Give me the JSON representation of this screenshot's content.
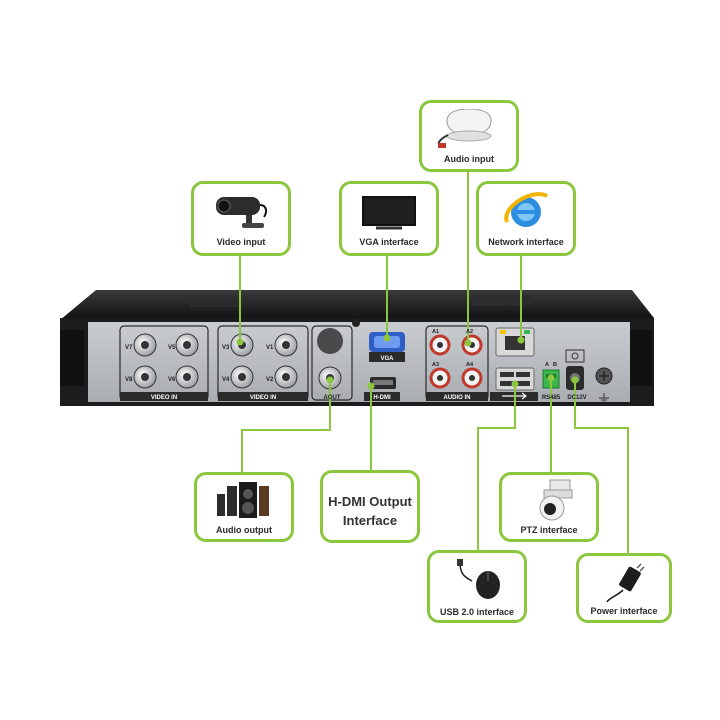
{
  "callouts": {
    "audio_input": "Audio input",
    "video_input": "Video input",
    "vga_interface": "VGA interface",
    "network_interface": "Network interface",
    "audio_output": "Audio output",
    "hdmi_output_line1": "H-DMI Output",
    "hdmi_output_line2": "Interface",
    "ptz_interface": "PTZ interface",
    "usb_interface": "USB 2.0 interface",
    "power_interface": "Power interface"
  },
  "panel_labels": {
    "video_in_left": "VIDEO  IN",
    "video_in_right": "VIDEO  IN",
    "vga": "VGA",
    "hdmi": "H-DMI",
    "aout": "AOUT",
    "audio_in": "AUDIO IN",
    "rs485": "RS485",
    "dc12v": "DC12V",
    "rs485_a": "A",
    "rs485_b": "B",
    "v1": "V1",
    "v2": "V2",
    "v3": "V3",
    "v4": "V4",
    "v5": "V5",
    "v6": "V6",
    "v7": "V7",
    "v8": "V8",
    "a1": "A1",
    "a2": "A2",
    "a3": "A3",
    "a4": "A4"
  },
  "colors": {
    "accent_green": "#8cc63f",
    "dvr_body": "#1c1c1e",
    "panel_gray": "#b8bbbf",
    "vga_blue": "#3a6fd8",
    "audio_red": "#c0392b",
    "terminal_green": "#3cb54a"
  }
}
